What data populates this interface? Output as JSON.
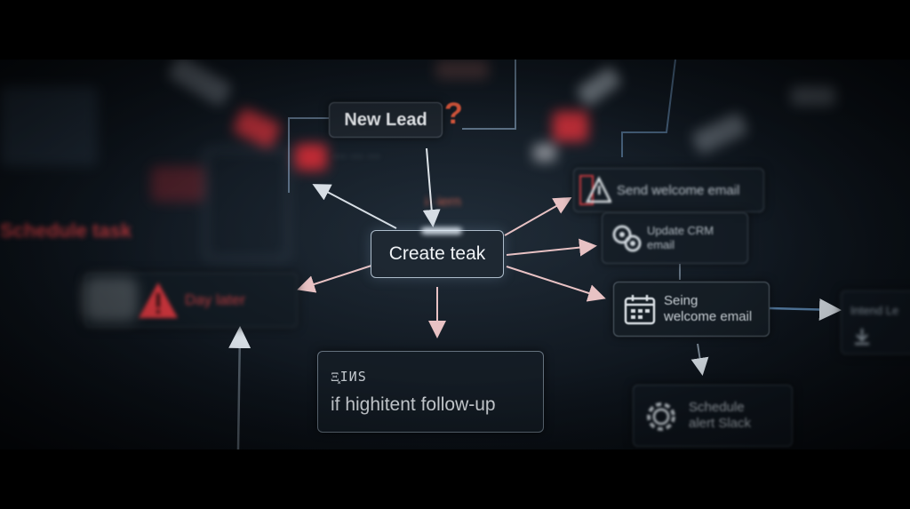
{
  "scene": {
    "palette": {
      "background": "#0c141b",
      "line": "#c8d2dc",
      "accent_red": "#d2343c",
      "accent_blue": "#6fa8dc"
    }
  },
  "nodes": {
    "new_lead": {
      "label": "New Lead",
      "mark": "?"
    },
    "create_task": {
      "label": "Create teak"
    },
    "followup": {
      "small": "Ξ͓IИS",
      "big": "if highitent follow-up"
    },
    "send_email": {
      "label": "Send welcome email",
      "icon": "warning-triangle-icon"
    },
    "update_crm": {
      "line1": "Update CRM",
      "line2": "email",
      "icon": "gear-cluster-icon"
    },
    "sending": {
      "line1": "Seing",
      "line2": "welcome email",
      "icon": "calendar-icon"
    },
    "slack": {
      "line1": "Schedule",
      "line2": "alert Slack",
      "icon": "settings-gear-icon"
    },
    "intent": {
      "label": "Intend Le",
      "icon": "download-icon"
    },
    "day_later": {
      "label": "Day later",
      "icon": "warning-triangle-icon"
    }
  },
  "background_text": {
    "schedule_task": "Schedule task",
    "faded_top": "··· ··· ···",
    "faded_mid": "i··iern"
  }
}
